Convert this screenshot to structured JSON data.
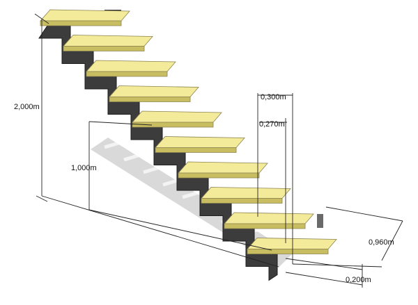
{
  "diagram": {
    "step_count": 10,
    "dimensions": {
      "total_height": "2,000m",
      "half_height": "1,000m",
      "tread_depth": "0,300m",
      "going": "0,270m",
      "stair_width": "0,960m",
      "riser_height": "0,200m"
    },
    "colors": {
      "tread_top": "#f4eb9a",
      "tread_edge": "#c9bd62",
      "stringer": "#3c3c3c",
      "stringer_light": "#6a6a6a",
      "shadow": "#b9b9b9",
      "dimension_line": "#222222",
      "background": "#ffffff"
    }
  }
}
